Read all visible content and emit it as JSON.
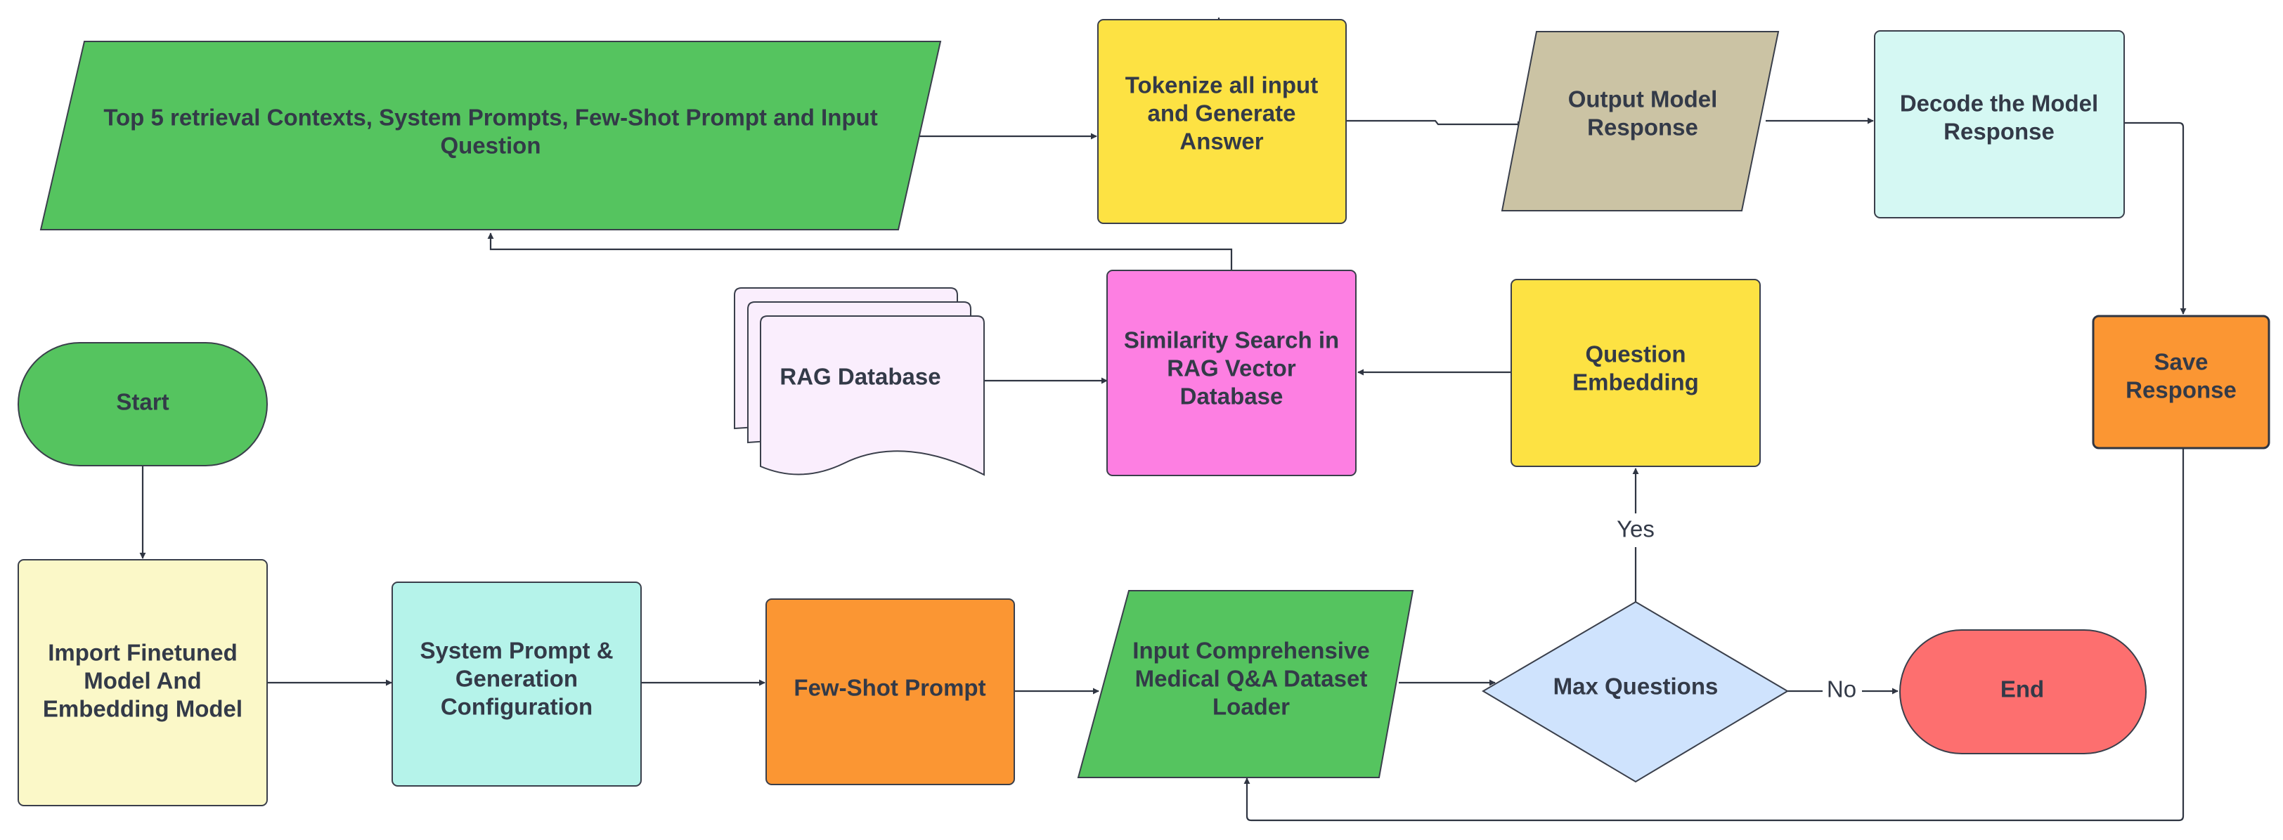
{
  "nodes": {
    "start": {
      "label": "Start",
      "color": "#55c45f"
    },
    "import_model": {
      "label": "Import Finetuned Model And Embedding Model",
      "color": "#fbf8c8"
    },
    "system_prompt": {
      "label": "System Prompt & Generation Configuration",
      "color": "#b5f3ea"
    },
    "few_shot": {
      "label": "Few-Shot Prompt",
      "color": "#fb9633"
    },
    "input_dataset": {
      "label": "Input Comprehensive Medical Q&A Dataset Loader",
      "color": "#55c45f"
    },
    "max_questions": {
      "label": "Max Questions",
      "color": "#cfe3fd"
    },
    "end": {
      "label": "End",
      "color": "#fd6f6f"
    },
    "question_embedding": {
      "label": "Question Embedding",
      "color": "#fde243"
    },
    "similarity_search": {
      "label": "Similarity Search in RAG Vector Database",
      "color": "#fd7fe2"
    },
    "rag_database": {
      "label": "RAG Database",
      "color": "#faeefd"
    },
    "top5_contexts": {
      "label": "Top 5 retrieval Contexts, System Prompts, Few-Shot Prompt and  Input Question",
      "color": "#55c45f"
    },
    "tokenize": {
      "label": "Tokenize all input and Generate Answer",
      "color": "#fde243"
    },
    "output_response": {
      "label": "Output Model Response",
      "color": "#cbc3a4"
    },
    "decode": {
      "label": "Decode the Model Response",
      "color": "#d5f8f3"
    },
    "save": {
      "label": "Save Response",
      "color": "#fb9633"
    }
  },
  "edge_labels": {
    "yes": "Yes",
    "no": "No"
  }
}
